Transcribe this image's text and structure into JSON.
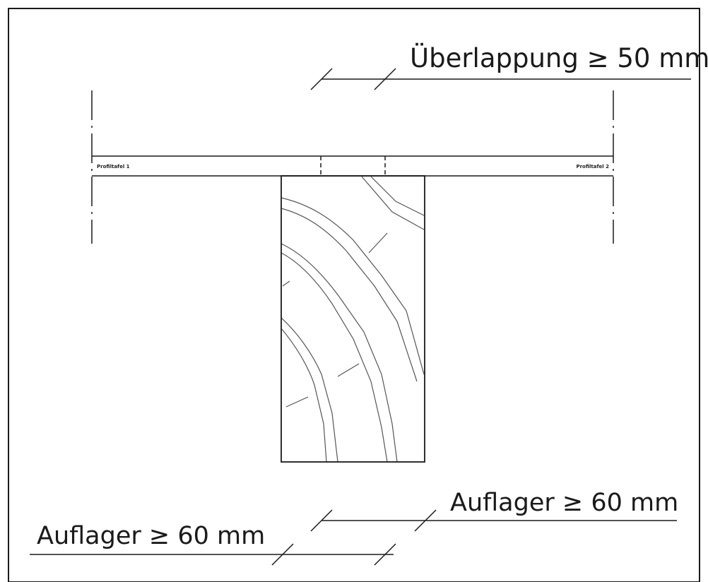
{
  "labels": {
    "overlap": "Überlappung ≥ 50 mm",
    "support_right": "Auflager ≥ 60 mm",
    "support_left": "Auflager ≥ 60 mm",
    "panel_1": "Profiltafel 1",
    "panel_2": "Profiltafel 2"
  },
  "colors": {
    "line": "#1a1a1a",
    "grain": "#555555",
    "background": "#ffffff"
  }
}
